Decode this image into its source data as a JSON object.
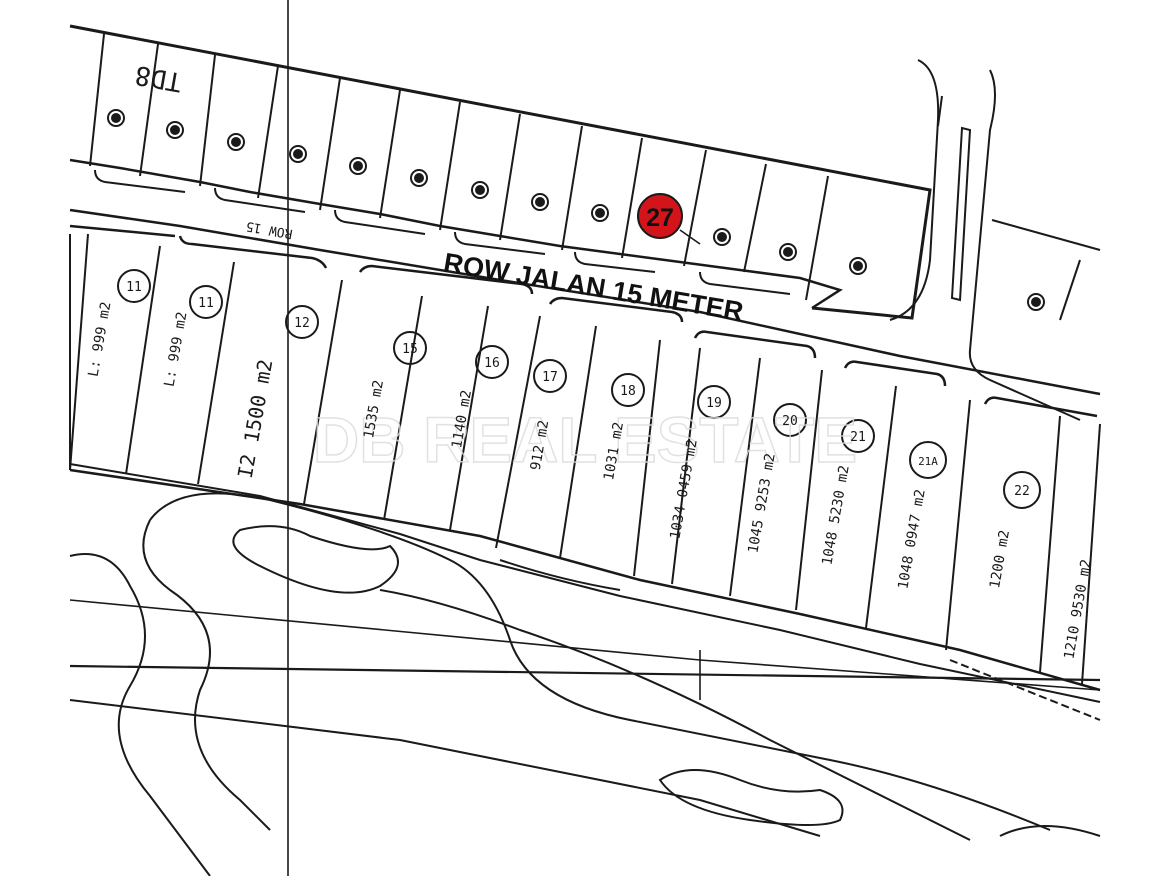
{
  "map": {
    "road_label": "ROW JALAN 15 METER",
    "road_label_small": "ROW 15",
    "block_label": "TD8",
    "highlight": {
      "number": "27",
      "color": "#d4141b"
    },
    "watermark": "DB REAL ESTATE",
    "line_color": "#1a1a1a",
    "background_color": "#ffffff",
    "lower_lots": [
      {
        "number": "11",
        "area": "L: 999 m2"
      },
      {
        "number": "11",
        "area": "L: 999 m2"
      },
      {
        "number": "12",
        "area": "I2 1500 m2"
      },
      {
        "number": "15",
        "area": "1535 m2"
      },
      {
        "number": "16",
        "area": "1140 m2"
      },
      {
        "number": "17",
        "area": "912 m2"
      },
      {
        "number": "18",
        "area": "1031 m2"
      },
      {
        "number": "19",
        "area": "1034 0459 m2"
      },
      {
        "number": "20",
        "area": "1045 9253 m2"
      },
      {
        "number": "21",
        "area": "1048 5230 m2"
      },
      {
        "number": "21A",
        "area": "1048 0947 m2"
      },
      {
        "number": "22",
        "area": "1200 m2"
      },
      {
        "number": "",
        "area": "1210 9530 m2"
      }
    ]
  }
}
